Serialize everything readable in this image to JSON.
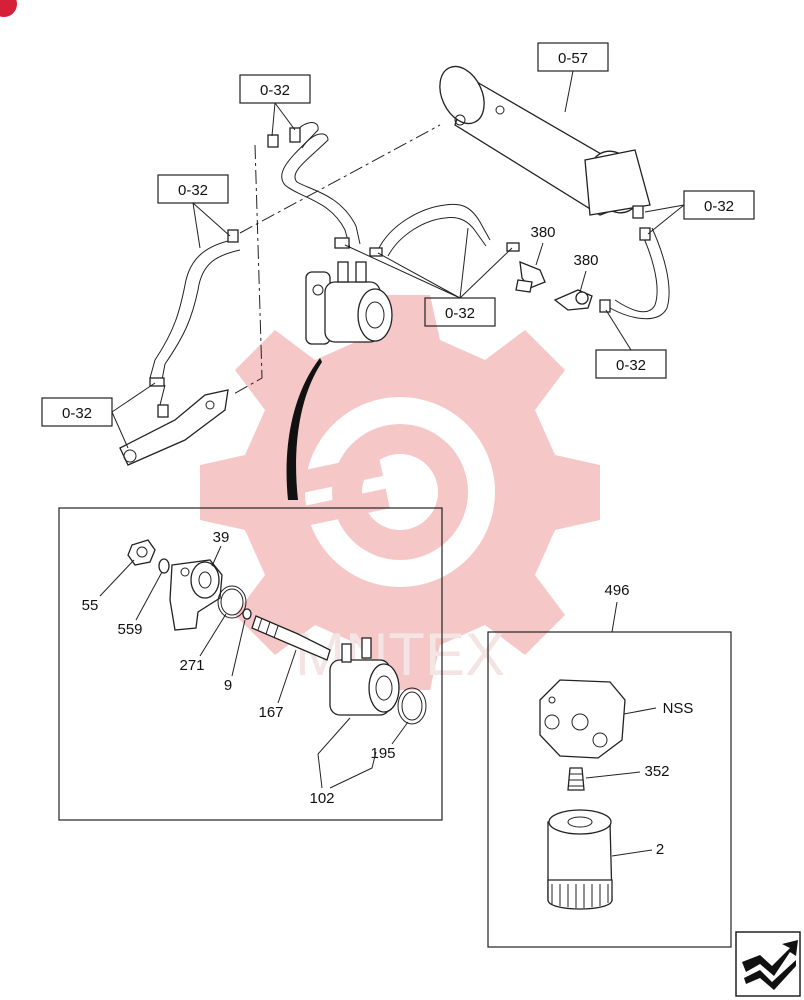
{
  "callouts": {
    "ref_057": "0-57",
    "ref_032_top": "0-32",
    "ref_032_left": "0-32",
    "ref_032_right": "0-32",
    "ref_032_center": "0-32",
    "ref_032_lower_right": "0-32",
    "ref_032_bottom_left": "0-32",
    "p380a": "380",
    "p380b": "380",
    "p39": "39",
    "p55": "55",
    "p559": "559",
    "p271": "271",
    "p9": "9",
    "p167": "167",
    "p195": "195",
    "p102": "102",
    "p496": "496",
    "pNSS": "NSS",
    "p352": "352",
    "p2": "2"
  },
  "watermark": {
    "text": "MNTEX",
    "color": "#f2b8b8"
  },
  "colors": {
    "line": "#222222",
    "corner_badge": "#d6203a"
  },
  "icons": {
    "corner_badge": "red-circle-icon",
    "nav": "next-page-arrow-icon"
  }
}
